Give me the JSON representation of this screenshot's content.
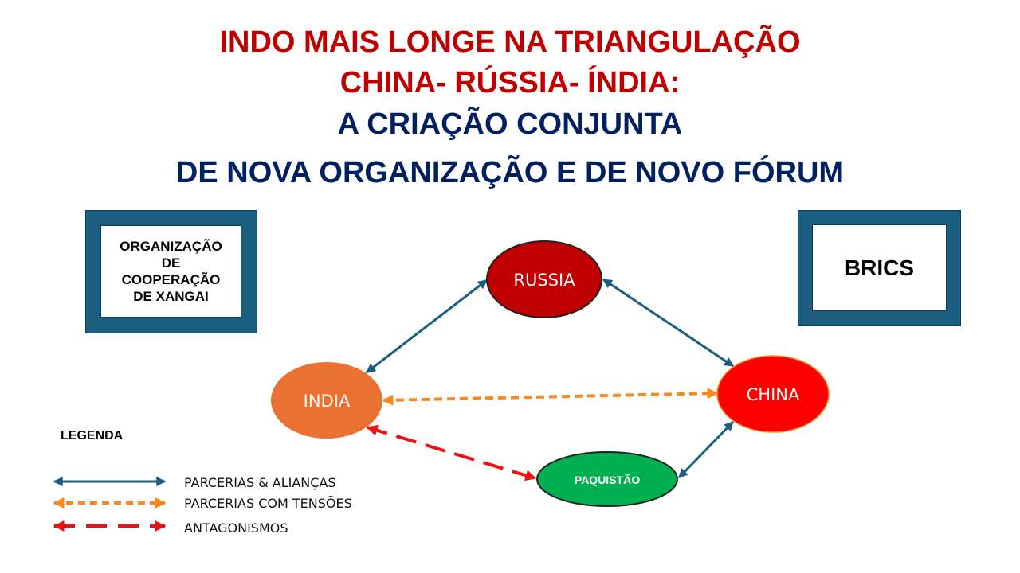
{
  "title": {
    "line1": "INDO MAIS LONGE  NA TRIANGULAÇÃO",
    "line2": "CHINA- RÚSSIA- ÍNDIA:",
    "line3": "A CRIAÇÃO CONJUNTA",
    "line4": "DE NOVA  ORGANIZAÇÃO  E DE NOVO FÓRUM"
  },
  "boxes": {
    "sco": [
      "ORGANIZAÇÃO",
      "DE",
      "COOPERAÇÃO",
      "DE XANGAI"
    ],
    "brics": "BRICS"
  },
  "nodes": {
    "russia": "RUSSIA",
    "india": "INDIA",
    "china": "CHINA",
    "pakistan": "PAQUISTÃO"
  },
  "legend": {
    "title": "LEGENDA",
    "items": [
      {
        "label": "PARCERIAS  & ALIANÇAS",
        "style": "solid",
        "color": "#1B5E80"
      },
      {
        "label": "PARCERIAS COM TENSÕES",
        "style": "dashed",
        "color": "#F5891F"
      },
      {
        "label": "ANTAGONISMOS",
        "style": "long-dash",
        "color": "#EE1111"
      }
    ]
  },
  "colors": {
    "title_red": "#C00000",
    "title_navy": "#002060",
    "russia": "#C00000",
    "india": "#E97132",
    "china": "#FF0000",
    "pakistan": "#00B050",
    "box": "#1B5E80"
  }
}
